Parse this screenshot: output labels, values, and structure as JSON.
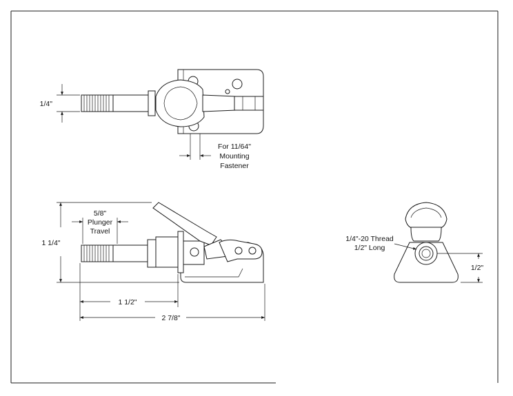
{
  "labels": {
    "top_stud_dia": "1/4\"",
    "fastener_line1": "For 11/64\"",
    "fastener_line2": "Mounting",
    "fastener_line3": "Fastener",
    "overall_height": "1 1/4\"",
    "plunger_line1": "5/8\"",
    "plunger_line2": "Plunger",
    "plunger_line3": "Travel",
    "stud_length": "1 1/2\"",
    "overall_length": "2 7/8\"",
    "thread_line1": "1/4\"-20 Thread",
    "thread_line2": "1/2\" Long",
    "end_height": "1/2\""
  }
}
